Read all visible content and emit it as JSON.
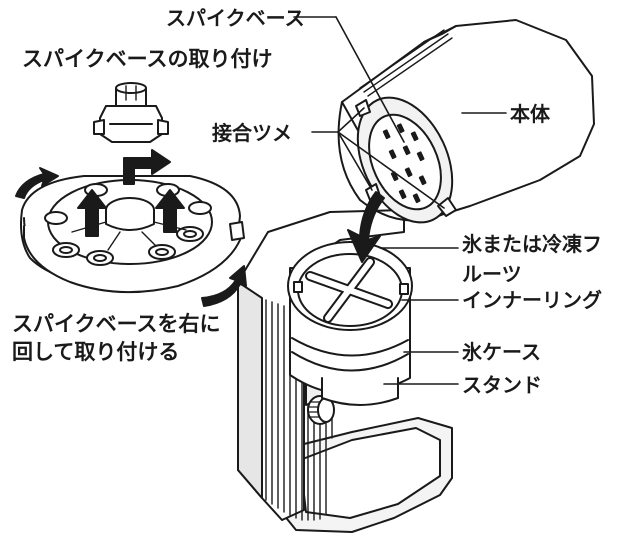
{
  "labels": {
    "title": "スパイクベースの取り付け",
    "spike_base": "スパイクベース",
    "body": "本体",
    "claw": "接合ツメ",
    "ice_fruit_line1": "氷または冷凍フ",
    "ice_fruit_line2": "ルーツ",
    "inner_ring": "インナーリング",
    "ice_case": "氷ケース",
    "stand": "スタンド",
    "turn_line1": "スパイクベースを右に",
    "turn_line2": "回して取り付ける"
  },
  "colors": {
    "line": "#1a1a1a",
    "fill": "#ffffff",
    "shade": "#d9d9d9",
    "dark": "#333333"
  }
}
